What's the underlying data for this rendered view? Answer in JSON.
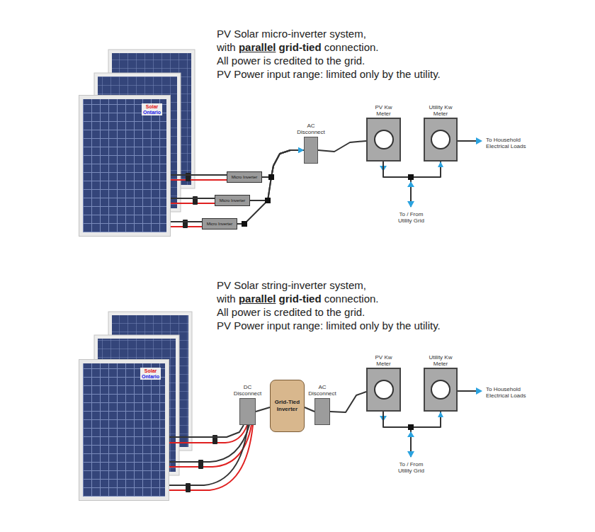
{
  "diagram": {
    "nodes": [
      {
        "text": [
          "Solar",
          "Ontario"
        ]
      },
      {
        "text": [
          "Micro Inverter"
        ]
      },
      {
        "text": [
          "Micro Inverter"
        ]
      },
      {
        "text": [
          "Micro Inverter"
        ]
      },
      {
        "text": [
          "AC Disconnect"
        ]
      },
      {
        "text": [
          "PV Kw Meter"
        ]
      },
      {
        "text": [
          "Utility Kw Meter"
        ]
      },
      {
        "text": [
          "Solar",
          "Ontario"
        ]
      },
      {
        "text": [
          "DC Disconnect"
        ]
      },
      {
        "text": [
          "Grid-Tied Inverter"
        ]
      },
      {
        "text": [
          "AC Disconnect"
        ]
      },
      {
        "text": [
          "PV Kw Meter"
        ]
      },
      {
        "text": [
          "Utility Kw Meter"
        ]
      }
    ],
    "edges": [
      {
        "from": 0,
        "to": 1,
        "arrow": "none"
      },
      {
        "from": 0,
        "to": 2,
        "arrow": "none"
      },
      {
        "from": 0,
        "to": 3,
        "arrow": "none"
      },
      {
        "from": 1,
        "to": 4,
        "arrow": "to"
      },
      {
        "from": 2,
        "to": 4,
        "arrow": "to"
      },
      {
        "from": 3,
        "to": 4,
        "arrow": "to"
      },
      {
        "from": 4,
        "to": 5,
        "arrow": "none"
      },
      {
        "from": 5,
        "to": 6,
        "arrow": "to"
      },
      {
        "from": 7,
        "to": 8,
        "arrow": "none"
      },
      {
        "from": 8,
        "to": 9,
        "arrow": "none"
      },
      {
        "from": 9,
        "to": 10,
        "arrow": "none"
      },
      {
        "from": 10,
        "to": 11,
        "arrow": "none"
      },
      {
        "from": 11,
        "to": 12,
        "arrow": "to"
      }
    ],
    "labels": [
      "PV Solar micro-inverter system,",
      "with",
      "parallel",
      "grid-tied",
      "connection.",
      "All power is credited to the grid.",
      "PV Power input range: limited only by the utility.",
      "To / From Utility Grid",
      "To Household Electrical Loads",
      "PV Solar string-inverter system,",
      "with",
      "parallel",
      "grid-tied",
      "connection.",
      "All power is credited to the grid.",
      "PV Power input range: limited only by the utility.",
      "To / From Utility Grid",
      "To Household Electrical Loads"
    ]
  }
}
